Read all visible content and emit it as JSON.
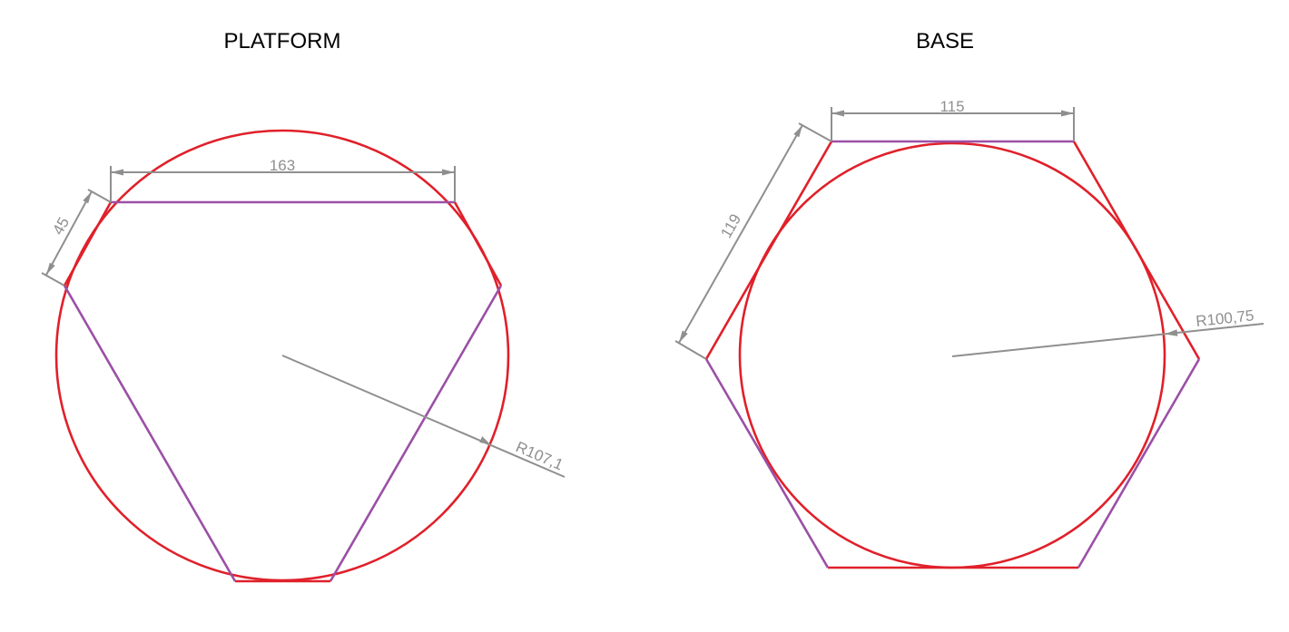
{
  "colors": {
    "circle": "#e0202a",
    "polygon_edge_a": "#e0202a",
    "polygon_edge_b": "#9b4fa6",
    "dimension": "#8f8f8f",
    "title": "#000000",
    "background": "#ffffff"
  },
  "platform": {
    "title": "PLATFORM",
    "dim_width": "163",
    "dim_edge": "45",
    "dim_radius": "R107,1"
  },
  "base": {
    "title": "BASE",
    "dim_width": "115",
    "dim_edge": "119",
    "dim_radius": "R100,75"
  }
}
